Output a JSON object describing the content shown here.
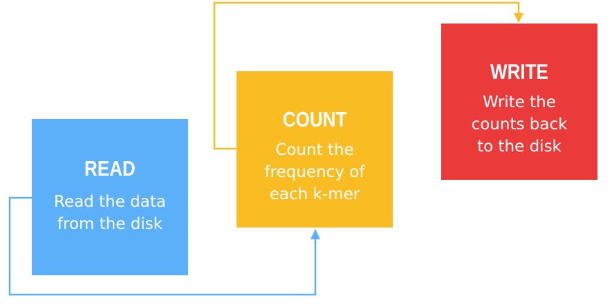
{
  "colors": {
    "read": "#5cb0f9",
    "count": "#fabc23",
    "write": "#ea3b3a",
    "read_arrow": "#5cb0f9",
    "count_arrow": "#fabc23"
  },
  "steps": [
    {
      "title": "READ",
      "desc": "Read the data\nfrom the disk"
    },
    {
      "title": "COUNT",
      "desc": "Count the\nfrequency of\neach k-mer"
    },
    {
      "title": "WRITE",
      "desc": "Write the\ncounts back\nto the disk"
    }
  ],
  "connectors": [
    {
      "from": "READ",
      "to": "COUNT"
    },
    {
      "from": "COUNT",
      "to": "WRITE"
    }
  ]
}
